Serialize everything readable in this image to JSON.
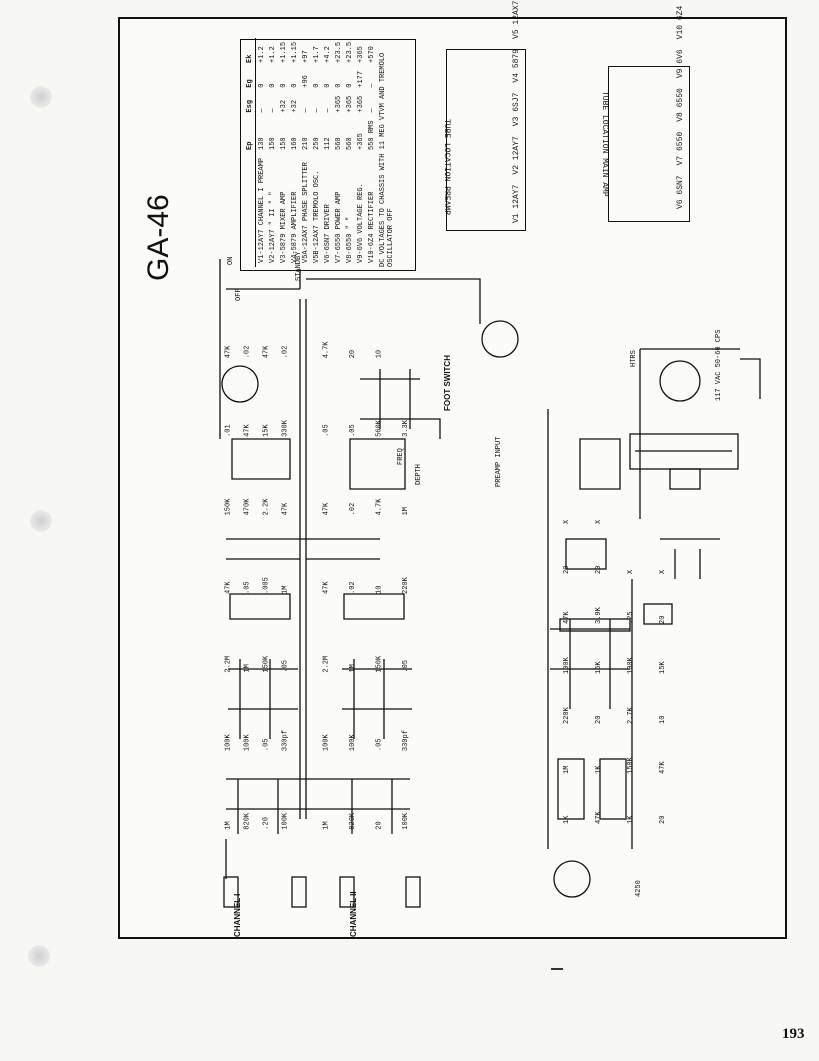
{
  "page": {
    "title": "GA-46",
    "page_number": "193"
  },
  "voltage_table": {
    "headers": [
      "",
      "Ep",
      "Esg",
      "Eg",
      "Ek"
    ],
    "rows": [
      [
        "V1-12AY7 CHANNEL I PREAMP",
        "130",
        "—",
        "0",
        "+1.2"
      ],
      [
        "V2-12AY7 \" II \" \"",
        "150",
        "—",
        "0",
        "+1.2"
      ],
      [
        "V3-5879 MIXER AMP",
        "150",
        "+32",
        "0",
        "+1.15"
      ],
      [
        "V4-5879 AMPLIFIER",
        "160",
        "+32",
        "0",
        "+1.15"
      ],
      [
        "V5A-12AX7 PHASE SPLITTER",
        "210",
        "—",
        "+96",
        "+97"
      ],
      [
        "V5B-12AX7 TREMOLO OSC.",
        "250",
        "—",
        "0",
        "+1.7"
      ],
      [
        "V6-6SN7 DRIVER",
        "112",
        "—",
        "0",
        "+4.2"
      ],
      [
        "V7-6550 POWER AMP",
        "560",
        "+365",
        "0",
        "+23.5"
      ],
      [
        "V8-6550 \" \"",
        "560",
        "+365",
        "0",
        "+23.5"
      ],
      [
        "V9-6V6 VOLTAGE REG.",
        "+365",
        "+365",
        "+177",
        "+365"
      ],
      [
        "V10-6Z4 RECTIFIER",
        "550 RMS",
        "—",
        "—",
        "+570"
      ]
    ],
    "note": "DC VOLTAGES TO CHASSIS WITH 11 MEG VTVM AND TREMOLO OSCILLATOR OFF"
  },
  "tube_location_preamp": {
    "title": "TUBE LOCATION PREAMP",
    "tubes": [
      {
        "num": "V1",
        "type": "12AY7"
      },
      {
        "num": "V2",
        "type": "12AY7"
      },
      {
        "num": "V3",
        "type": "6SJ7"
      },
      {
        "num": "V4",
        "type": "5879"
      },
      {
        "num": "V5",
        "type": "12AX7"
      }
    ]
  },
  "tube_location_main": {
    "title": "TUBE LOCATION MAIN AMP",
    "tubes": [
      {
        "num": "V6",
        "type": "6SN7"
      },
      {
        "num": "V7",
        "type": "6550"
      },
      {
        "num": "V8",
        "type": "6550"
      },
      {
        "num": "V9",
        "type": "6V6"
      },
      {
        "num": "V10",
        "type": "6Z4"
      }
    ]
  },
  "labels": {
    "channel_1": "CHANNEL I",
    "channel_2": "CHANNEL II",
    "foot_switch": "FOOT SWITCH",
    "preamp_input": "PREAMP INPUT",
    "standby": "STANDBY",
    "on": "ON",
    "off": "OFF",
    "freq": "FREQ",
    "depth": "DEPTH",
    "ac_input": "117 VAC 50-60 CPS",
    "htr": "HTRS",
    "b_plus": "4250"
  },
  "components": {
    "preamp_top": [
      "1M",
      "820K",
      ".20",
      "100K",
      "100K",
      "100K",
      ".05",
      "330pf",
      "2.2M",
      "1M",
      "150K",
      ".05",
      "47K",
      ".05",
      ".005",
      "1M",
      "150K",
      "470K",
      "2.2K",
      "47K",
      ".01",
      "47K",
      "15K",
      "330K",
      "47K",
      ".02",
      "47K",
      ".02"
    ],
    "preamp_bottom": [
      "1M",
      "820K",
      "20",
      "100K",
      "100K",
      "100K",
      ".05",
      "330pf",
      "2.2M",
      "1M",
      "150K",
      ".05",
      "47K",
      ".02",
      "10",
      "220K",
      "47K",
      ".02",
      "4.7K",
      "1M",
      ".05",
      ".05",
      "560K",
      "3.3K",
      "4.7K",
      "20",
      "10"
    ],
    "main_amp": [
      "1K",
      "47K",
      "1K",
      "20",
      "1M",
      "1K",
      "150K",
      "47K",
      "220K",
      "20",
      "2.7K",
      "10",
      "100K",
      "15K",
      "100K",
      "15K",
      "47K",
      "3.9K",
      ".25",
      "20",
      "20",
      "20",
      "X",
      "X",
      "X",
      "X"
    ]
  }
}
